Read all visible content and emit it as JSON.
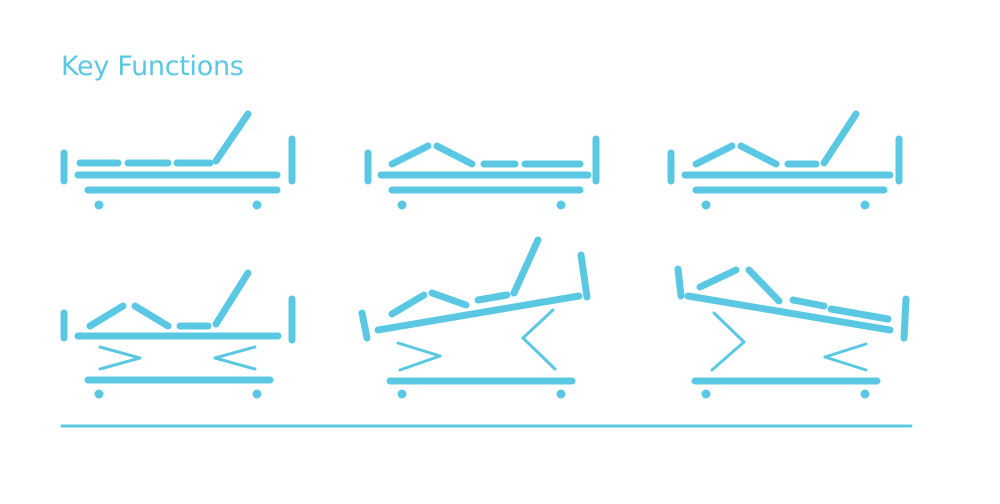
{
  "title": "Key Functions",
  "colors": {
    "accent": "#5bc8e3",
    "background": "#ffffff"
  },
  "bed_positions": [
    {
      "name": "backrest-raised"
    },
    {
      "name": "knee-raised"
    },
    {
      "name": "backrest-and-knee-raised"
    },
    {
      "name": "height-raised"
    },
    {
      "name": "trendelenburg-tilt"
    },
    {
      "name": "reverse-trendelenburg-tilt"
    }
  ]
}
